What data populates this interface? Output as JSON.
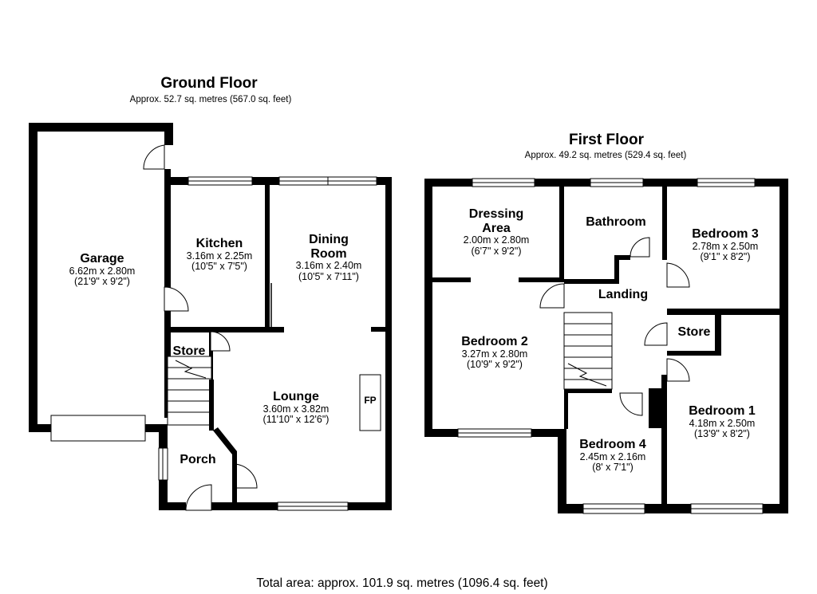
{
  "ground_floor": {
    "title": "Ground Floor",
    "area": "Approx. 52.7 sq. metres (567.0 sq. feet)",
    "rooms": {
      "garage": {
        "name": "Garage",
        "metric": "6.62m x 2.80m",
        "imperial": "(21'9\" x 9'2\")"
      },
      "kitchen": {
        "name": "Kitchen",
        "metric": "3.16m x 2.25m",
        "imperial": "(10'5\" x 7'5\")"
      },
      "dining": {
        "name_1": "Dining",
        "name_2": "Room",
        "metric": "3.16m x 2.40m",
        "imperial": "(10'5\" x 7'11\")"
      },
      "store": {
        "name": "Store"
      },
      "lounge": {
        "name": "Lounge",
        "metric": "3.60m x 3.82m",
        "imperial": "(11'10\" x 12'6\")"
      },
      "fireplace": {
        "name": "FP"
      },
      "porch": {
        "name": "Porch"
      }
    }
  },
  "first_floor": {
    "title": "First Floor",
    "area": "Approx. 49.2 sq. metres (529.4 sq. feet)",
    "rooms": {
      "dressing": {
        "name_1": "Dressing",
        "name_2": "Area",
        "metric": "2.00m x 2.80m",
        "imperial": "(6'7\" x 9'2\")"
      },
      "bathroom": {
        "name": "Bathroom"
      },
      "bedroom3": {
        "name": "Bedroom 3",
        "metric": "2.78m x 2.50m",
        "imperial": "(9'1\" x 8'2\")"
      },
      "landing": {
        "name": "Landing"
      },
      "store": {
        "name": "Store"
      },
      "bedroom2": {
        "name": "Bedroom 2",
        "metric": "3.27m x 2.80m",
        "imperial": "(10'9\" x 9'2\")"
      },
      "bedroom1": {
        "name": "Bedroom 1",
        "metric": "4.18m x 2.50m",
        "imperial": "(13'9\" x 8'2\")"
      },
      "bedroom4": {
        "name": "Bedroom 4",
        "metric": "2.45m x 2.16m",
        "imperial": "(8' x 7'1\")"
      }
    }
  },
  "total": "Total area: approx. 101.9 sq. metres (1096.4 sq. feet)"
}
